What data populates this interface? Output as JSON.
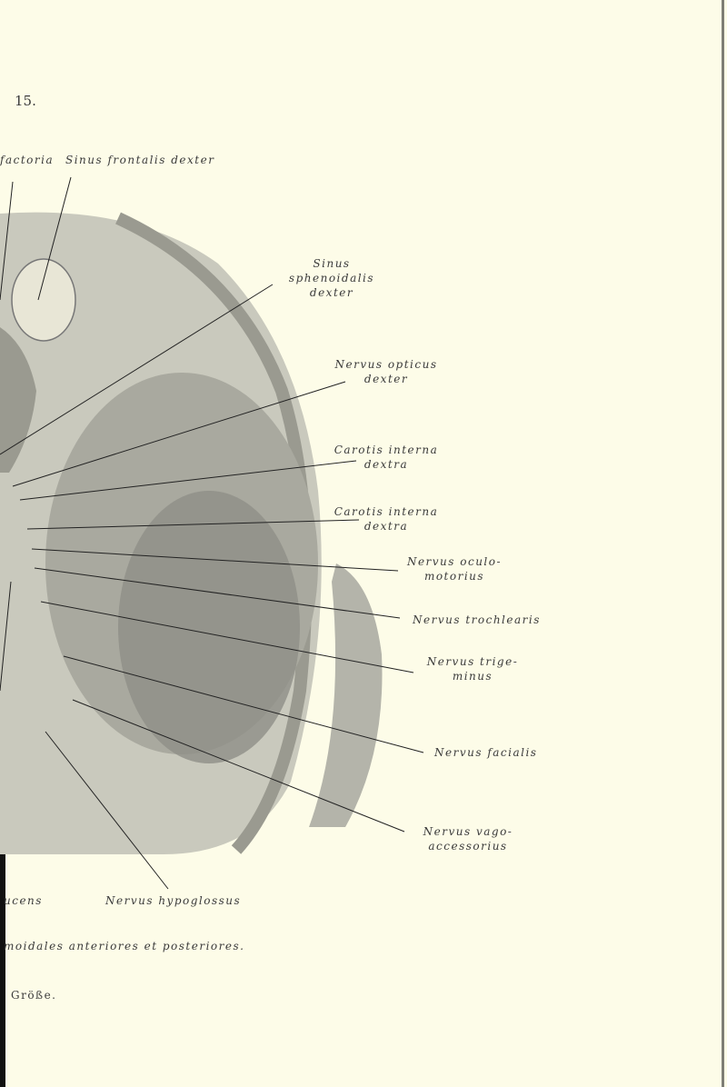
{
  "plate_number": "15.",
  "labels": {
    "olfactoria": "factoria",
    "sinus_frontalis": "Sinus frontalis dexter",
    "sinus_sphenoidalis": [
      "Sinus sphenoidalis",
      "dexter"
    ],
    "nervus_opticus": [
      "Nervus opticus",
      "dexter"
    ],
    "carotis_1": [
      "Carotis interna",
      "dextra"
    ],
    "carotis_2": [
      "Carotis interna",
      "dextra"
    ],
    "oculomotorius": [
      "Nervus oculo-",
      "motorius"
    ],
    "trochlearis": "Nervus trochlearis",
    "trigeminus": [
      "Nervus trige-",
      "minus"
    ],
    "facialis": "Nervus facialis",
    "vagoaccessorius": [
      "Nervus vago-",
      "accessorius"
    ],
    "abducens": "ucens",
    "hypoglossus": "Nervus hypoglossus"
  },
  "caption": "moidales anteriores et posteriores.",
  "scale_note": "Größe."
}
